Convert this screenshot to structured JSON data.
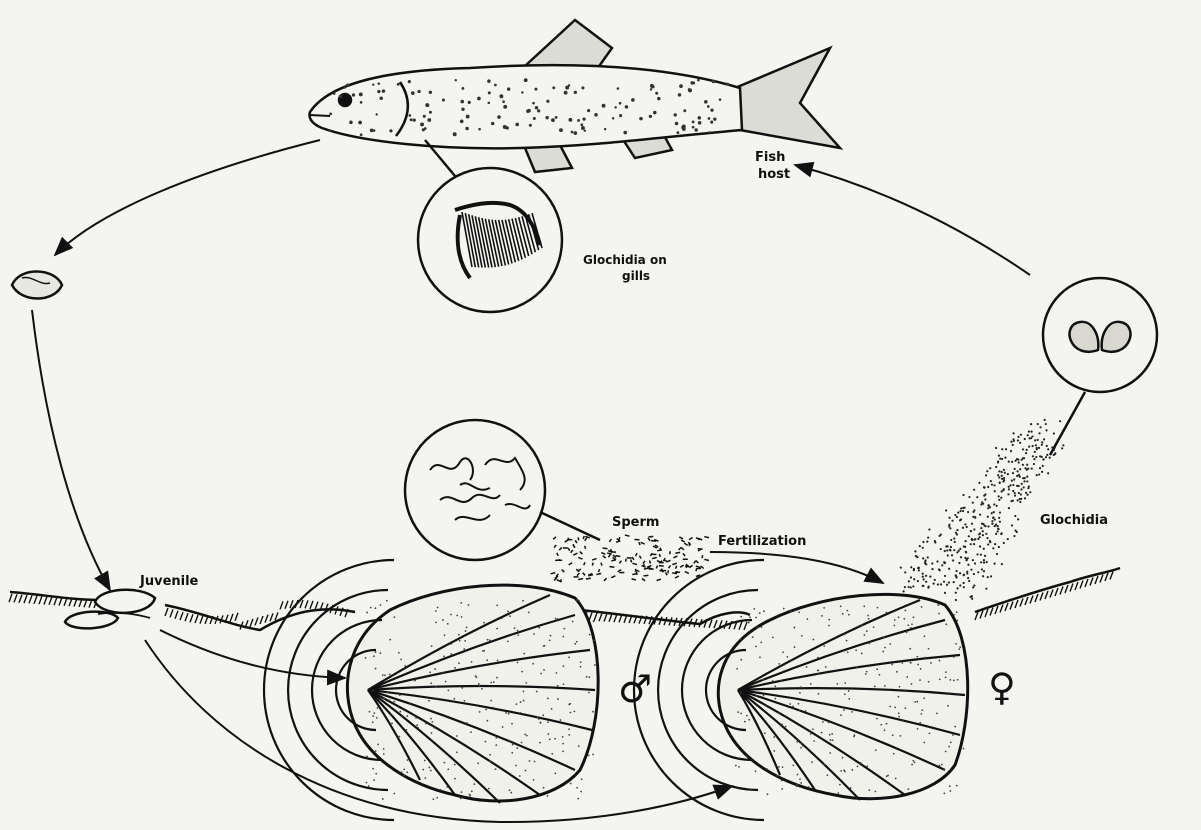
{
  "labels": {
    "fish_host_line1": "Fish",
    "fish_host_line2": "host",
    "glochidia_gills_line1": "Glochidia on",
    "glochidia_gills_line2": "gills",
    "glochidia": "Glochidia",
    "sperm": "Sperm",
    "fertilization": "Fertilization",
    "juvenile": "Juvenile",
    "male_symbol": "♂",
    "female_symbol": "♀"
  },
  "colors": {
    "ink": "#111111",
    "fish_fill": "#f4f4f1",
    "background": "#f4f4f1"
  }
}
